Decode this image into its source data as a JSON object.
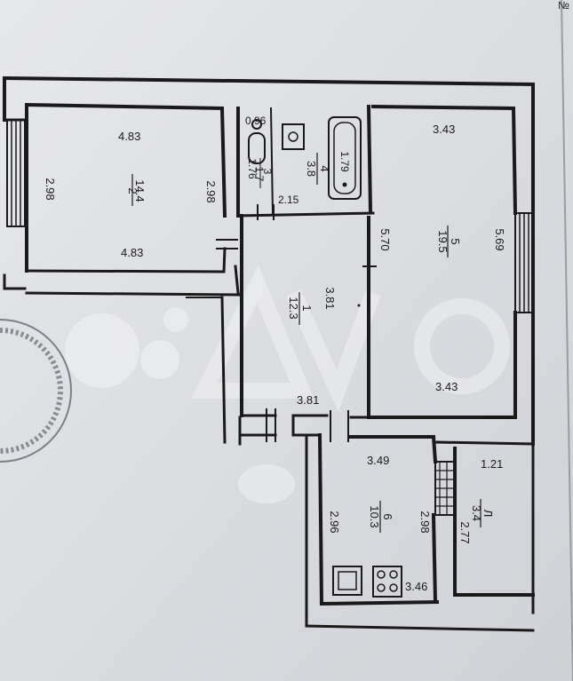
{
  "page_marker": "№",
  "plan": {
    "rooms": [
      {
        "id": "room-2",
        "number": "2",
        "area": "14.4",
        "top": "4.83",
        "bottom": "4.83",
        "left": "2.98",
        "right": "2.98"
      },
      {
        "id": "room-3",
        "number": "3",
        "area": "1.7",
        "corner_small": "0.96",
        "height": "1.76"
      },
      {
        "id": "room-4",
        "number": "4",
        "area": "3.8",
        "bath": "1.79",
        "bottom": "2.15"
      },
      {
        "id": "room-5",
        "number": "5",
        "area": "19.5",
        "top": "3.43",
        "bottom": "3.43",
        "left": "5.70",
        "right": "5.69"
      },
      {
        "id": "room-1",
        "number": "1",
        "area": "12.3",
        "side": "3.81",
        "bottom": "3.81"
      },
      {
        "id": "room-6",
        "number": "6",
        "area": "10.3",
        "top": "3.49",
        "left": "2.96",
        "right": "2.98",
        "bottom": "3.46"
      },
      {
        "id": "room-l",
        "number": "Л",
        "area": "3.4",
        "top": "1.21",
        "right": "2.77"
      }
    ]
  }
}
